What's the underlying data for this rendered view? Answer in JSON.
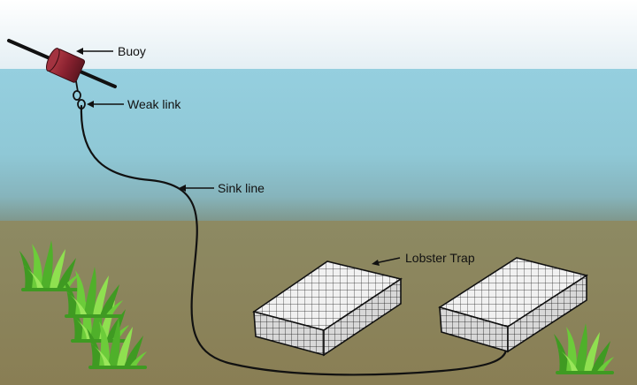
{
  "labels": {
    "buoy": "Buoy",
    "weak_link": "Weak link",
    "sink_line": "Sink line",
    "lobster_trap": "Lobster Trap"
  },
  "colors": {
    "sky": "#e9f2f6",
    "water_top": "#92cede",
    "water_mid": "#8fc8d6",
    "water_bottom": "#7d9a90",
    "seafloor_top": "#8e8a62",
    "seafloor_bottom": "#8a8055",
    "buoy": "#8f2430",
    "line": "#111111",
    "trap_top": "#eeeeee",
    "trap_front": "#dcdcdc",
    "trap_side": "#c8c8c8",
    "grass_dark": "#3f9a22",
    "grass_light": "#8fe050"
  },
  "icons": {
    "buoy": "buoy-icon",
    "grass": "seagrass-icon",
    "trap": "lobster-trap-icon"
  }
}
